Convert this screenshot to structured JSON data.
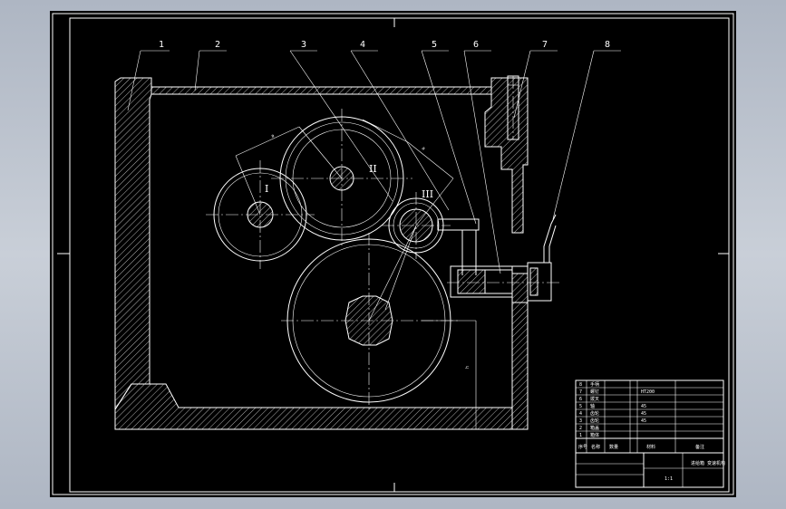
{
  "drawing": {
    "leaders": [
      "1",
      "2",
      "3",
      "4",
      "5",
      "6",
      "7",
      "8"
    ],
    "shafts": [
      "I",
      "II",
      "III"
    ]
  },
  "title_block": {
    "rows": [
      {
        "no": "8",
        "name": "手柄"
      },
      {
        "no": "7",
        "name": "螺钉"
      },
      {
        "no": "6",
        "name": "拨叉"
      },
      {
        "no": "5",
        "name": "轴"
      },
      {
        "no": "4",
        "name": "齿轮"
      },
      {
        "no": "3",
        "name": "齿轮"
      },
      {
        "no": "2",
        "name": "箱盖"
      },
      {
        "no": "1",
        "name": "箱体"
      }
    ],
    "materials": [
      "HT200",
      "45",
      "45",
      "45"
    ],
    "header": {
      "no": "序号",
      "name": "名称",
      "qty": "数量",
      "material": "材料",
      "remark": "备注"
    },
    "title": "进给箱 变速机构",
    "scale": "1:1"
  },
  "colors": {
    "background": "#000000",
    "lines": "#ffffff",
    "frame_bg": "#b4bcc8"
  }
}
